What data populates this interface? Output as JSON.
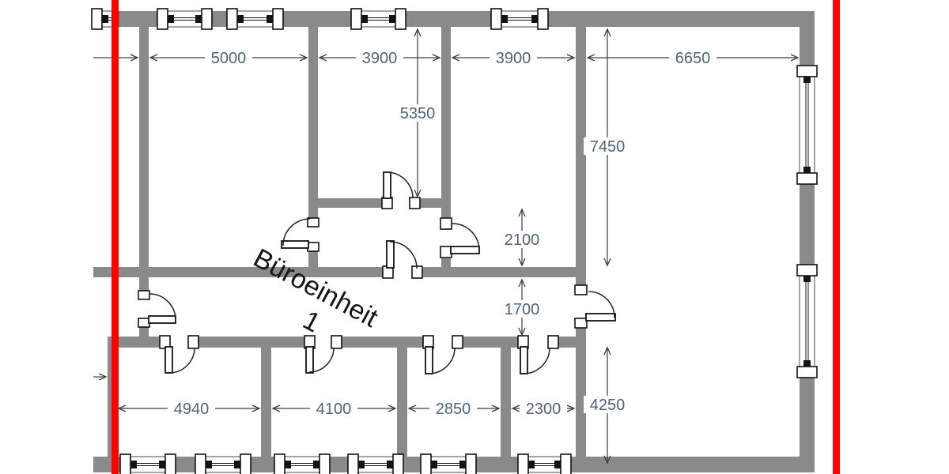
{
  "title": {
    "line1": "Büroeinheit",
    "line2": "1"
  },
  "dimensions": {
    "top_row": [
      "5000",
      "3900",
      "3900",
      "6650"
    ],
    "vertical": [
      "5350",
      "7450",
      "2100",
      "1700",
      "4250"
    ],
    "bottom_row": [
      "4940",
      "4100",
      "2850",
      "2300"
    ]
  },
  "colors": {
    "wall": "#8a8a8a",
    "boundary": "#ff0000",
    "dim-text": "#4f6278",
    "dim-line": "#3c3c3c"
  },
  "symbols": {
    "window": "window-symbol",
    "door": "door-swing-symbol",
    "boundary_line": "unit-boundary-line"
  }
}
